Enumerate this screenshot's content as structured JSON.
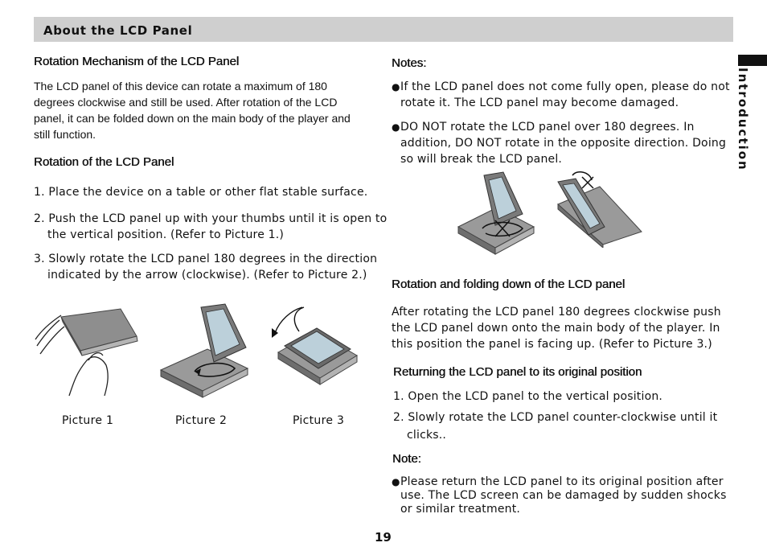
{
  "header": {
    "title": "About the LCD Panel"
  },
  "side_tab": {
    "label": "Introduction"
  },
  "left": {
    "mechanism_title": "Rotation Mechanism of the LCD Panel",
    "mechanism_text": "The LCD panel of this device can rotate a maximum of 180 degrees clockwise and still be used. After rotation of the LCD panel, it can be folded down on the main body of the player and still function.",
    "rotation_title": "Rotation of the LCD Panel",
    "steps": [
      "1. Place the device on a table or other flat stable surface.",
      "2. Push the LCD panel up with your thumbs until it is open to the vertical position. (Refer to Picture 1.)",
      "3. Slowly rotate the LCD panel 180 degrees in the direction indicated by the arrow (clockwise). (Refer to Picture 2.)"
    ],
    "captions": [
      "Picture 1",
      "Picture 2",
      "Picture 3"
    ]
  },
  "right": {
    "notes_title": "Notes:",
    "notes": [
      "If the LCD panel does not come fully open, please do not rotate it. The LCD panel may become damaged.",
      "DO NOT rotate the LCD panel over 180 degrees. In addition, DO NOT rotate in the opposite direction. Doing so will break the LCD panel."
    ],
    "fold_title": "Rotation and folding down of the LCD panel",
    "fold_text": "After rotating the LCD panel 180 degrees clockwise push the LCD panel down onto the main body of the player. In this position the panel is facing up. (Refer to Picture 3.)",
    "return_title": "Returning the LCD panel to its original position",
    "return_steps": [
      "1. Open the LCD panel to the vertical position.",
      "2. Slowly rotate the LCD panel counter-clockwise until it clicks.."
    ],
    "note_title": "Note:",
    "note": "Please return the LCD panel to its original position after use. The LCD screen can be damaged by sudden shocks or similar treatment."
  },
  "page_number": "19"
}
